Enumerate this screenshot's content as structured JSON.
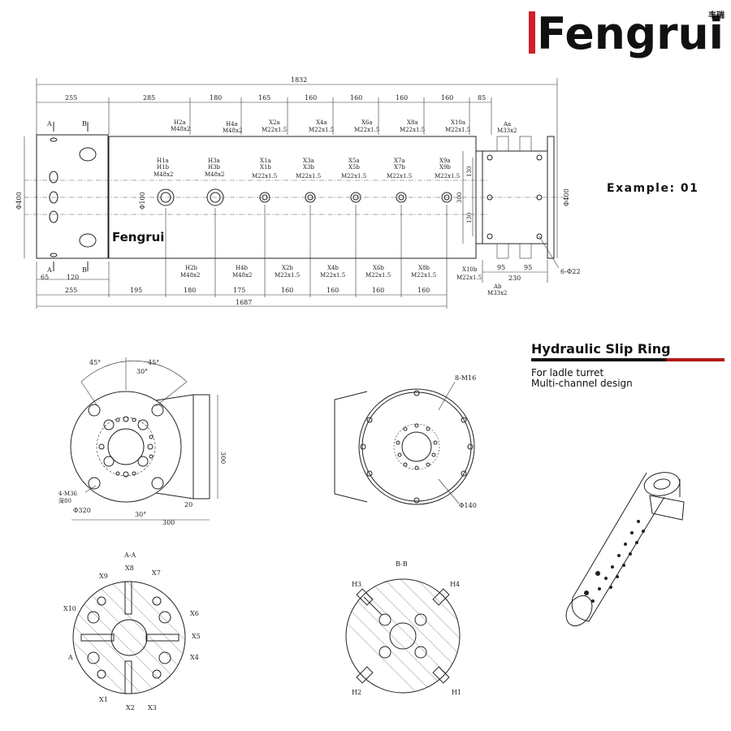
{
  "brand": {
    "logo_text": "Fengrui",
    "logo_cn": "丰瑞",
    "body_label": "Fengrui",
    "accent_color": "#d0202a"
  },
  "example_label": "Example: 01",
  "product": {
    "title": "Hydraulic Slip Ring",
    "line1": "For ladle turret",
    "line2": "Multi-channel design"
  },
  "main_view": {
    "total_top": "1832",
    "total_bottom": "1687",
    "top_segments": [
      "255",
      "285",
      "180",
      "165",
      "160",
      "160",
      "160",
      "160",
      "85"
    ],
    "bottom_segments": [
      "255",
      "195",
      "180",
      "175",
      "160",
      "160",
      "160",
      "160"
    ],
    "left_dims": [
      "65",
      "120"
    ],
    "right_dims": [
      "95",
      "95",
      "230",
      "6-Φ22"
    ],
    "diameter_left": "Φ400",
    "diameter_right": "Φ400",
    "diameter_inner": "Φ100",
    "vertical_dims": [
      "130",
      "300",
      "130"
    ],
    "section_markers": [
      "A",
      "B",
      "A",
      "B"
    ],
    "top_ports": [
      {
        "id": "H2a",
        "size": "M48x2"
      },
      {
        "id": "H4a",
        "size": "M48x2"
      },
      {
        "id": "X2a",
        "size": "M22x1.5"
      },
      {
        "id": "X4a",
        "size": "M22x1.5"
      },
      {
        "id": "X6a",
        "size": "M22x1.5"
      },
      {
        "id": "X8a",
        "size": "M22x1.5"
      },
      {
        "id": "X10a",
        "size": "M22x1.5"
      },
      {
        "id": "Aa",
        "size": "M33x2"
      }
    ],
    "mid_ports": [
      {
        "a": "H1a",
        "b": "H1b",
        "size": "M48x2"
      },
      {
        "a": "H3a",
        "b": "H3b",
        "size": "M48x2"
      },
      {
        "a": "X1a",
        "b": "X1b",
        "size": "M22x1.5"
      },
      {
        "a": "X3a",
        "b": "X3b",
        "size": "M22x1.5"
      },
      {
        "a": "X5a",
        "b": "X5b",
        "size": "M22x1.5"
      },
      {
        "a": "X7a",
        "b": "X7b",
        "size": "M22x1.5"
      },
      {
        "a": "X9a",
        "b": "X9b",
        "size": "M22x1.5"
      }
    ],
    "bottom_ports": [
      {
        "id": "H2b",
        "size": "M48x2"
      },
      {
        "id": "H4b",
        "size": "M48x2"
      },
      {
        "id": "X2b",
        "size": "M22x1.5"
      },
      {
        "id": "X4b",
        "size": "M22x1.5"
      },
      {
        "id": "X6b",
        "size": "M22x1.5"
      },
      {
        "id": "X8b",
        "size": "M22x1.5"
      },
      {
        "id": "X10b",
        "size": "M22x1.5"
      },
      {
        "id": "Ab",
        "size": "M33x2"
      }
    ]
  },
  "left_end_view": {
    "angles": [
      "45°",
      "45°",
      "30°",
      "30°"
    ],
    "dims": [
      "300",
      "20",
      "300"
    ],
    "notes": [
      "4-M36",
      "深80",
      "Φ320"
    ]
  },
  "right_end_view": {
    "notes": [
      "8-M16",
      "Φ140"
    ]
  },
  "section_aa": {
    "title": "A-A",
    "labels": [
      "X9",
      "X8",
      "X7",
      "X10",
      "X6",
      "X5",
      "A",
      "X4",
      "X1",
      "X2",
      "X3"
    ]
  },
  "section_bb": {
    "title": "B-B",
    "labels": [
      "H3",
      "H4",
      "H2",
      "H1"
    ]
  }
}
